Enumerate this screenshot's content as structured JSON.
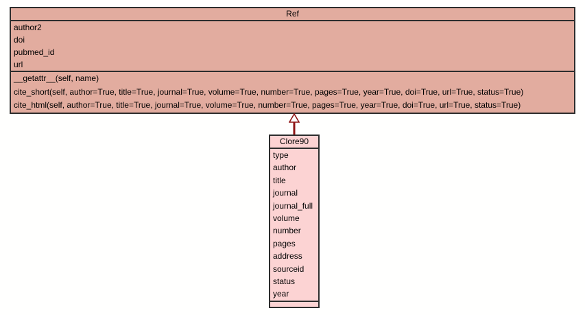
{
  "diagram": {
    "type": "uml-class-diagram",
    "colors": {
      "background": "#fffffe",
      "classFill": "#e2ac9f",
      "subclassFill": "#fcd3d3",
      "border": "#2d2d2d",
      "arrow": "#8f1414",
      "text": "#000000"
    },
    "classes": [
      {
        "name": "Ref",
        "attributes": [
          "author2",
          "doi",
          "pubmed_id",
          "url"
        ],
        "methods": [
          "__getattr__(self, name)",
          "cite_short(self, author=True, title=True, journal=True, volume=True, number=True, pages=True, year=True, doi=True, url=True, status=True)",
          "cite_html(self, author=True, title=True, journal=True, volume=True, number=True, pages=True, year=True, doi=True, url=True, status=True)"
        ]
      },
      {
        "name": "Clore90",
        "attributes": [
          "type",
          "author",
          "title",
          "journal",
          "journal_full",
          "volume",
          "number",
          "pages",
          "address",
          "sourceid",
          "status",
          "year"
        ],
        "methods": []
      }
    ],
    "relationships": [
      {
        "type": "inheritance",
        "from": "Clore90",
        "to": "Ref"
      }
    ]
  }
}
